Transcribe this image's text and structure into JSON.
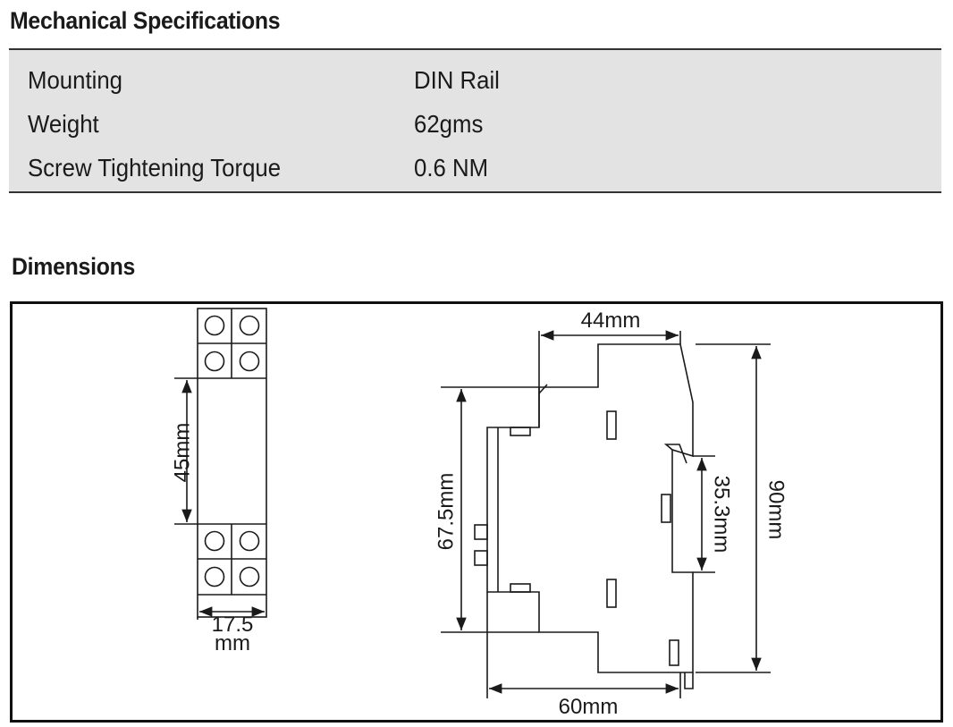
{
  "mechanical": {
    "title": "Mechanical Specifications",
    "rows": [
      {
        "label": "Mounting",
        "value": "DIN Rail"
      },
      {
        "label": "Weight",
        "value": "62gms"
      },
      {
        "label": "Screw Tightening Torque",
        "value": "0.6 NM"
      }
    ]
  },
  "dimensions": {
    "title": "Dimensions",
    "front": {
      "height_label": "45mm",
      "width_label_line1": "17.5",
      "width_label_line2": "mm"
    },
    "side": {
      "top_width_label": "44mm",
      "body_height_label": "67.5mm",
      "rail_label": "35.3mm",
      "total_height_label": "90mm",
      "depth_label": "60mm"
    }
  }
}
